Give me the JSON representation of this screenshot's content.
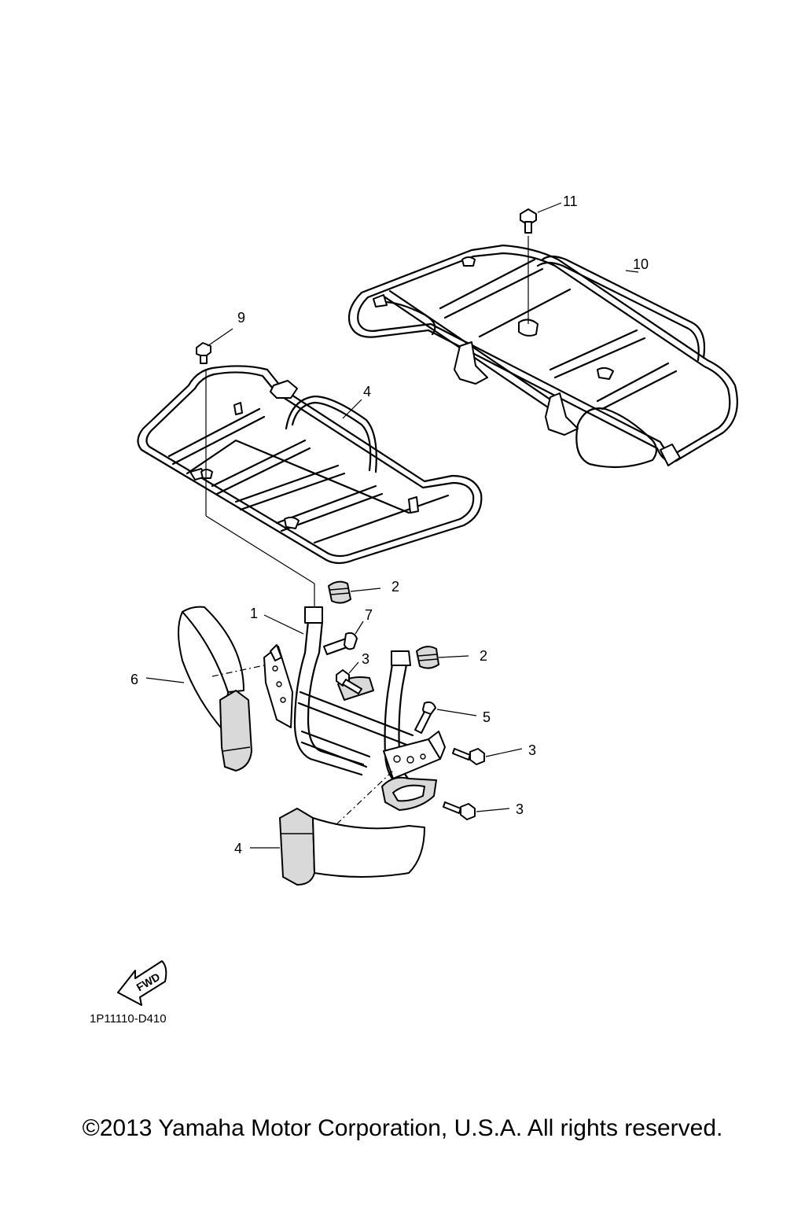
{
  "diagram": {
    "callouts": {
      "c1": "1",
      "c2a": "2",
      "c2b": "2",
      "c3a": "3",
      "c3b": "3",
      "c3c": "3",
      "c4a": "4",
      "c4b": "4",
      "c5": "5",
      "c6": "6",
      "c7": "7",
      "c9": "9",
      "c10": "10",
      "c11": "11"
    },
    "fwd_label": "FWD",
    "drawing_code": "1P11110-D410"
  },
  "footer": {
    "copyright": "©2013 Yamaha Motor Corporation, U.S.A. All rights reserved."
  }
}
